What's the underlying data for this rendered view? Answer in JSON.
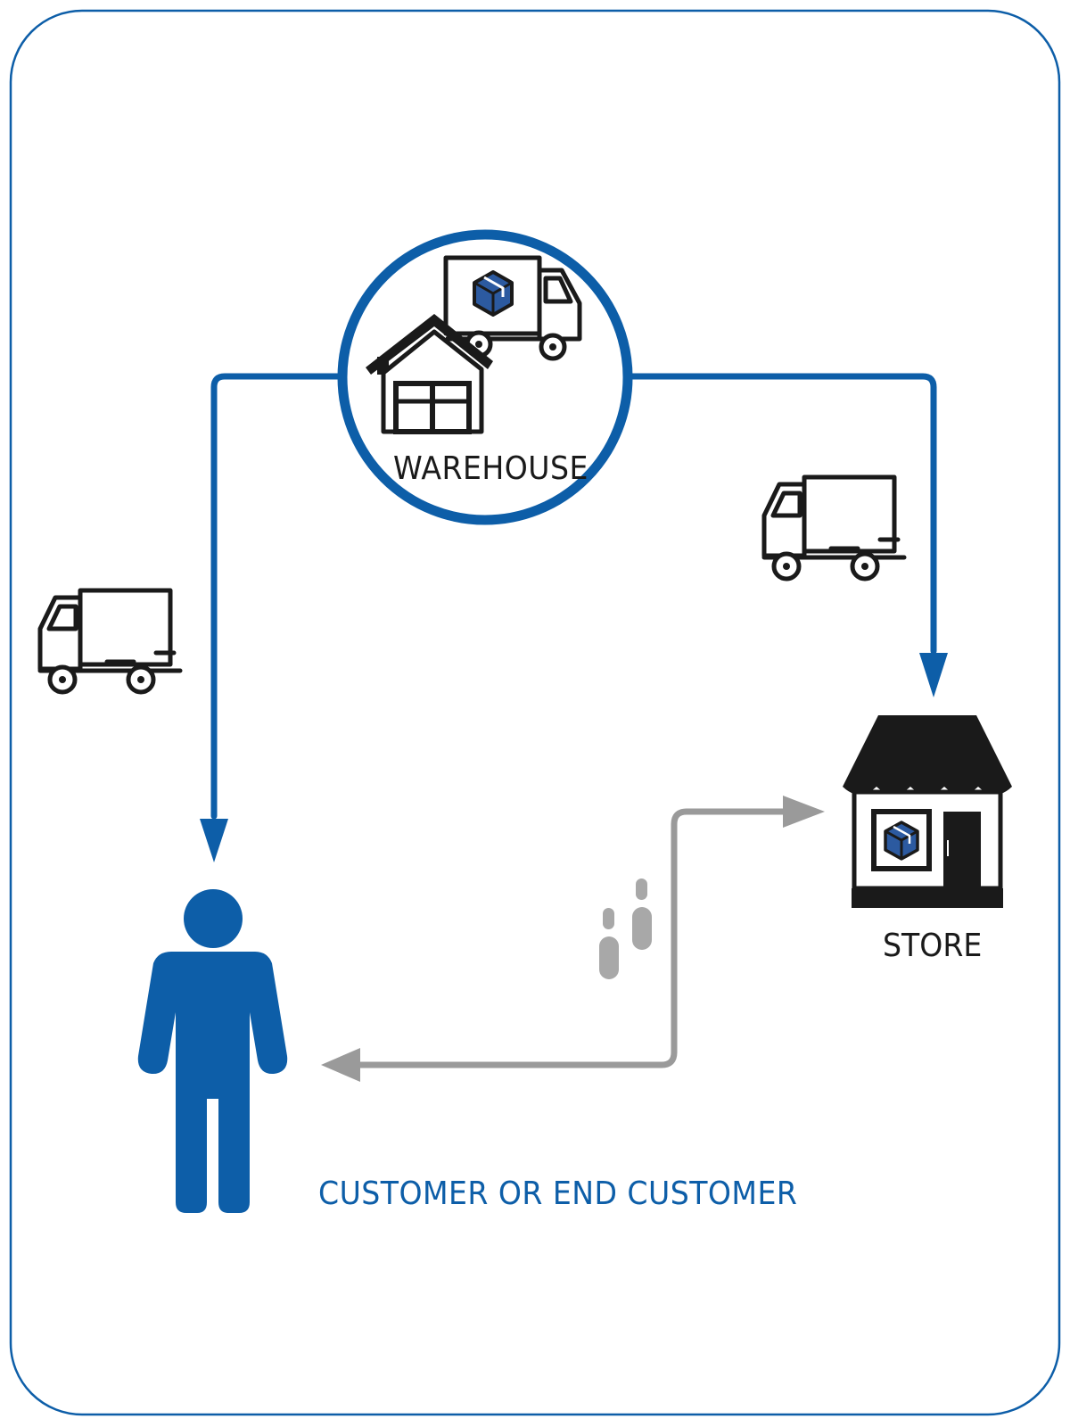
{
  "nodes": {
    "warehouse": {
      "label": "WAREHOUSE"
    },
    "store": {
      "label": "STORE"
    },
    "customer": {
      "label": "CUSTOMER OR END CUSTOMER"
    }
  },
  "icons": [
    "truck-icon",
    "warehouse-icon",
    "package-icon",
    "store-icon",
    "person-icon",
    "footprints-icon"
  ],
  "colors": {
    "accent": "#0d5ea8",
    "dark": "#1a1a1a",
    "walk": "#9a9a9a",
    "package": "#2c5aa0"
  }
}
